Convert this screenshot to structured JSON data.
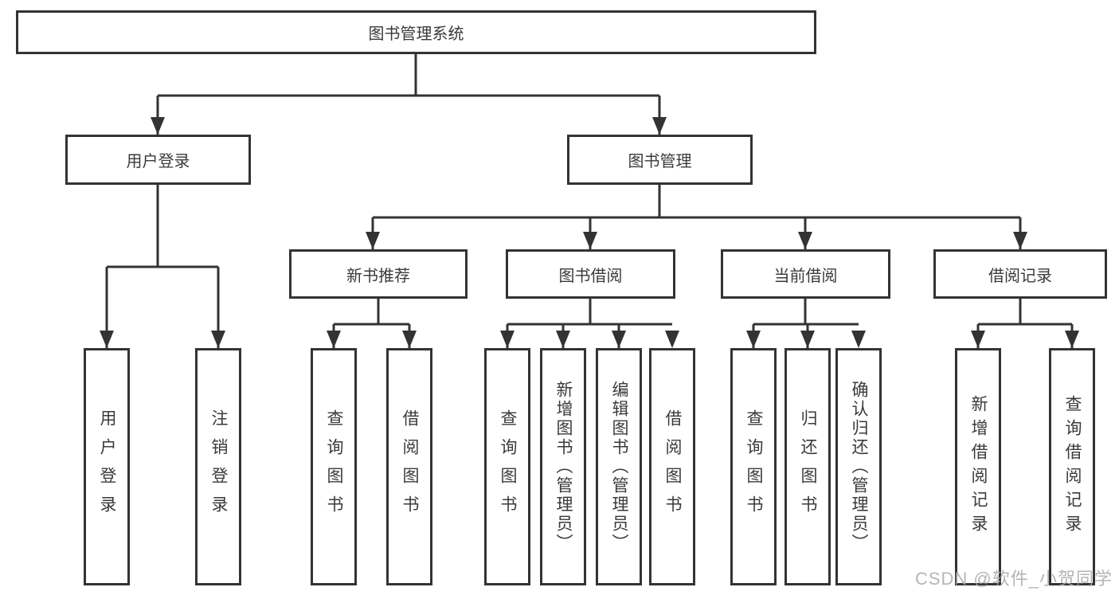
{
  "diagram": {
    "type": "hierarchy-tree",
    "root": {
      "label": "图书管理系统"
    },
    "level2": [
      {
        "label": "用户登录"
      },
      {
        "label": "图书管理"
      }
    ],
    "level3": [
      {
        "label": "新书推荐",
        "parent": "图书管理"
      },
      {
        "label": "图书借阅",
        "parent": "图书管理"
      },
      {
        "label": "当前借阅",
        "parent": "图书管理"
      },
      {
        "label": "借阅记录",
        "parent": "图书管理"
      }
    ],
    "leaves": [
      {
        "label": "用户登录",
        "parent": "用户登录"
      },
      {
        "label": "注销登录",
        "parent": "用户登录"
      },
      {
        "label": "查询图书",
        "parent": "新书推荐"
      },
      {
        "label": "借阅图书",
        "parent": "新书推荐"
      },
      {
        "label": "查询图书",
        "parent": "图书借阅"
      },
      {
        "label": "新增图书（管理员）",
        "parent": "图书借阅"
      },
      {
        "label": "编辑图书（管理员）",
        "parent": "图书借阅"
      },
      {
        "label": "借阅图书",
        "parent": "图书借阅"
      },
      {
        "label": "查询图书",
        "parent": "当前借阅"
      },
      {
        "label": "归还图书",
        "parent": "当前借阅"
      },
      {
        "label": "确认归还（管理员）",
        "parent": "当前借阅"
      },
      {
        "label": "新增借阅记录",
        "parent": "借阅记录"
      },
      {
        "label": "查询借阅记录",
        "parent": "借阅记录"
      }
    ],
    "watermark": "CSDN @软件_小贺同学",
    "colors": {
      "line": "#333333",
      "box_border": "#333333",
      "text": "#3a3a3a",
      "watermark": "#a9a9a9",
      "background": "#ffffff"
    }
  }
}
